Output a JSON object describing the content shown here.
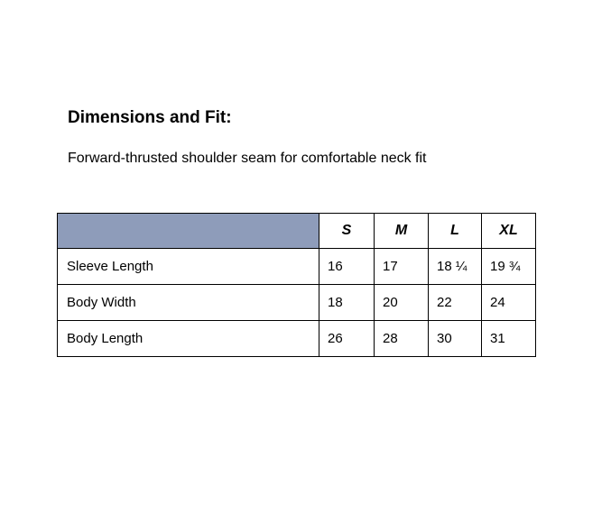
{
  "section": {
    "title": "Dimensions and Fit:",
    "subtitle": "Forward-thrusted shoulder seam for comfortable neck fit"
  },
  "table": {
    "header_bg": "#8E9CBA",
    "columns": [
      "S",
      "M",
      "L",
      "XL"
    ],
    "rows": [
      {
        "label": "Sleeve Length",
        "values": [
          "16",
          "17",
          "18 ¼",
          "19 ¾"
        ]
      },
      {
        "label": "Body Width",
        "values": [
          "18",
          "20",
          "22",
          "24"
        ]
      },
      {
        "label": "Body Length",
        "values": [
          "26",
          "28",
          "30",
          "31"
        ]
      }
    ]
  }
}
